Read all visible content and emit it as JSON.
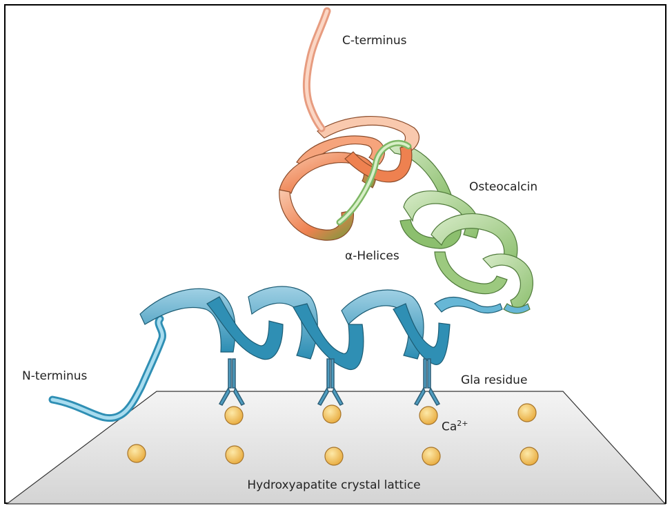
{
  "labels": {
    "c_terminus": "C-terminus",
    "osteocalcin": "Osteocalcin",
    "alpha_helices": "α-Helices",
    "n_terminus": "N-terminus",
    "gla_residue": "Gla residue",
    "calcium_base": "Ca",
    "calcium_charge": "2+",
    "lattice": "Hydroxyapatite crystal lattice"
  },
  "colors": {
    "tail_orange": "#f4b89a",
    "helix_orange": "#f08c5e",
    "helix_green": "#a9cf8f",
    "helix_blue": "#4fa3c7",
    "helix_blue_dark": "#1f7f9f",
    "gla_residue": "#3b7fa0",
    "plate": "#e6e6e6",
    "calcium": "#f2c25a"
  }
}
